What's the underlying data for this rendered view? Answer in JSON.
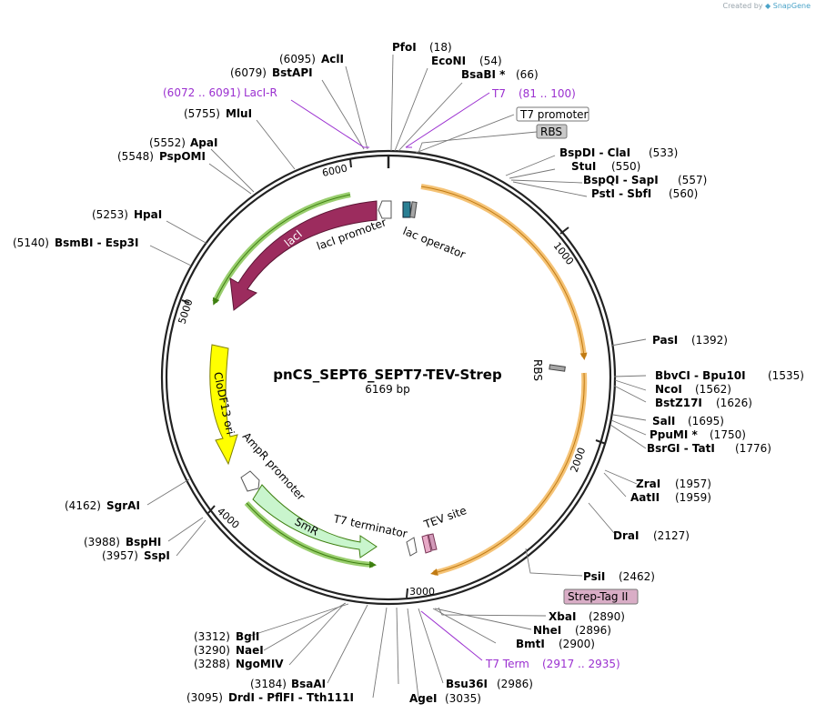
{
  "credit": {
    "prefix": "Created by",
    "brand": "SnapGene"
  },
  "plasmid": {
    "name": "pnCS_SEPT6_SEPT7-TEV-Strep",
    "length_text": "6169 bp",
    "length": 6169
  },
  "colors": {
    "backbone": "#222222",
    "lacI": "#9c2c5e",
    "cds_orange": "#f3b454",
    "orf_green": "#7fc24a",
    "clodf13": "#ffff00",
    "smr": "#c9f5cd",
    "lac_operator": "#2a7f93",
    "tev_site": "#e8a9c7",
    "rbs": "#a6a6a6",
    "strep_tag_box": "#d9adc6",
    "rbs_box": "#c8c8c8",
    "primer_purple": "#9b30d0"
  },
  "ticks": [
    {
      "pos": 1000,
      "label": "1000"
    },
    {
      "pos": 2000,
      "label": "2000"
    },
    {
      "pos": 3000,
      "label": "3000"
    },
    {
      "pos": 4000,
      "label": "4000"
    },
    {
      "pos": 5000,
      "label": "5000"
    },
    {
      "pos": 6000,
      "label": "6000"
    }
  ],
  "features": [
    {
      "name": "lacI",
      "type": "cds",
      "start": 4990,
      "end": 6070,
      "direction": "reverse",
      "color": "#9c2c5e",
      "label": "lacI"
    },
    {
      "name": "CloDF13 ori",
      "type": "origin",
      "start": 4280,
      "end": 4710,
      "direction": "reverse",
      "color": "#ffff00",
      "label": "CloDF13 ori"
    },
    {
      "name": "SmR",
      "type": "cds",
      "start": 3210,
      "end": 3800,
      "direction": "reverse",
      "color": "#c9f5cd",
      "label": "SmR"
    },
    {
      "name": "lacI promoter",
      "type": "promoter",
      "label": "lacI promoter"
    },
    {
      "name": "lac operator",
      "type": "protein_bind",
      "label": "lac operator"
    },
    {
      "name": "AmpR promoter",
      "type": "promoter",
      "label": "AmpR promoter"
    },
    {
      "name": "T7 terminator",
      "type": "terminator",
      "label": "T7 terminator"
    },
    {
      "name": "TEV site",
      "type": "misc",
      "label": "TEV site"
    },
    {
      "name": "RBS",
      "type": "rbs",
      "label": "RBS"
    },
    {
      "name": "T7 promoter",
      "type": "promoter_box",
      "label": "T7 promoter"
    },
    {
      "name": "RBS",
      "type": "rbs_box",
      "label": "RBS"
    },
    {
      "name": "Strep-Tag II",
      "type": "tag_box",
      "label": "Strep-Tag II"
    }
  ],
  "sites": [
    {
      "id": "pfoi",
      "name": "PfoI",
      "pos": "(18)"
    },
    {
      "id": "econi",
      "name": "EcoNI",
      "pos": "(54)"
    },
    {
      "id": "bsabi",
      "name": "BsaBI *",
      "pos": "(66)"
    },
    {
      "id": "t7",
      "name": "T7",
      "pos": "(81 .. 100)"
    },
    {
      "id": "bspdi-clai",
      "name": "BspDI  -  ClaI",
      "pos": "(533)"
    },
    {
      "id": "stui",
      "name": "StuI",
      "pos": "(550)"
    },
    {
      "id": "bspqi-sapi",
      "name": "BspQI  -  SapI",
      "pos": "(557)"
    },
    {
      "id": "psti-sbfi",
      "name": "PstI  -  SbfI",
      "pos": "(560)"
    },
    {
      "id": "pasi",
      "name": "PasI",
      "pos": "(1392)"
    },
    {
      "id": "bbvci-bpu10i",
      "name": "BbvCI  -  Bpu10I",
      "pos": "(1535)"
    },
    {
      "id": "ncoi",
      "name": "NcoI",
      "pos": "(1562)"
    },
    {
      "id": "bstz17i",
      "name": "BstZ17I",
      "pos": "(1626)"
    },
    {
      "id": "sali",
      "name": "SalI",
      "pos": "(1695)"
    },
    {
      "id": "ppumi",
      "name": "PpuMI *",
      "pos": "(1750)"
    },
    {
      "id": "bsrgi-tati",
      "name": "BsrGI  -  TatI",
      "pos": "(1776)"
    },
    {
      "id": "zrai",
      "name": "ZraI",
      "pos": "(1957)"
    },
    {
      "id": "aatii",
      "name": "AatII",
      "pos": "(1959)"
    },
    {
      "id": "drai",
      "name": "DraI",
      "pos": "(2127)"
    },
    {
      "id": "psii",
      "name": "PsiI",
      "pos": "(2462)"
    },
    {
      "id": "xbai",
      "name": "XbaI",
      "pos": "(2890)"
    },
    {
      "id": "nhei",
      "name": "NheI",
      "pos": "(2896)"
    },
    {
      "id": "bmti",
      "name": "BmtI",
      "pos": "(2900)"
    },
    {
      "id": "t7term",
      "name": "T7 Term",
      "pos": "(2917 .. 2935)"
    },
    {
      "id": "bsu36i",
      "name": "Bsu36I",
      "pos": "(2986)"
    },
    {
      "id": "agei",
      "name": "AgeI",
      "pos": "(3035)"
    },
    {
      "id": "bsaai",
      "name": "BsaAI",
      "pos": "(3184)"
    },
    {
      "id": "drdi",
      "name": "DrdI  -  PflFI  -  Tth111I",
      "pos": "(3095)"
    },
    {
      "id": "bgli",
      "name": "BglI",
      "pos": "(3312)"
    },
    {
      "id": "naei",
      "name": "NaeI",
      "pos": "(3290)"
    },
    {
      "id": "ngomiv",
      "name": "NgoMIV",
      "pos": "(3288)"
    },
    {
      "id": "sgrai",
      "name": "SgrAI",
      "pos": "(4162)"
    },
    {
      "id": "bsphi",
      "name": "BspHI",
      "pos": "(3988)"
    },
    {
      "id": "sspi",
      "name": "SspI",
      "pos": "(3957)"
    },
    {
      "id": "hpai",
      "name": "HpaI",
      "pos": "(5253)"
    },
    {
      "id": "bsmbi-esp3i",
      "name": "BsmBI  -  Esp3I",
      "pos": "(5140)"
    },
    {
      "id": "apai",
      "name": "ApaI",
      "pos": "(5552)"
    },
    {
      "id": "pspomi",
      "name": "PspOMI",
      "pos": "(5548)"
    },
    {
      "id": "mlui",
      "name": "MluI",
      "pos": "(5755)"
    },
    {
      "id": "laci-r",
      "name": "LacI-R",
      "pos": "(6072 .. 6091)"
    },
    {
      "id": "bstapi",
      "name": "BstAPI",
      "pos": "(6079)"
    },
    {
      "id": "acli",
      "name": "AclI",
      "pos": "(6095)"
    }
  ]
}
